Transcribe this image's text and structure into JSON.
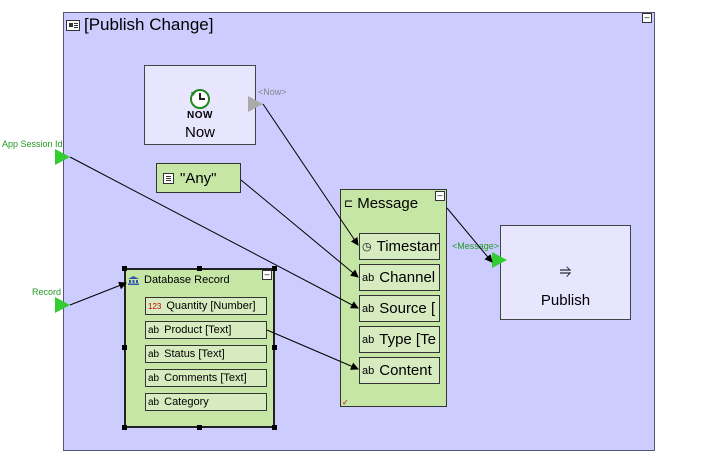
{
  "canvas": {
    "title": "[Publish Change]",
    "minimize_label": "–"
  },
  "now_node": {
    "badge": "NOW",
    "label": "Now",
    "output_port_label": "<Now>"
  },
  "literal_node": {
    "value": "\"Any\""
  },
  "inputs": {
    "session": "App Session Id",
    "record": "Record"
  },
  "database_record": {
    "title": "Database Record",
    "minimize_label": "–",
    "fields": [
      {
        "icon": "number-icon",
        "icon_text": "123",
        "label": "Quantity [Number]"
      },
      {
        "icon": "text-icon",
        "icon_text": "ab",
        "label": "Product [Text]"
      },
      {
        "icon": "text-icon",
        "icon_text": "ab",
        "label": "Status [Text]"
      },
      {
        "icon": "text-icon",
        "icon_text": "ab",
        "label": "Comments [Text]"
      },
      {
        "icon": "text-icon",
        "icon_text": "ab",
        "label": "Category"
      }
    ]
  },
  "message": {
    "title": "Message",
    "minimize_label": "–",
    "corner_mark": "✓",
    "fields": [
      {
        "icon": "clock-icon",
        "icon_text": "◷",
        "label": "Timestamp"
      },
      {
        "icon": "text-icon",
        "icon_text": "ab",
        "label": "Channel"
      },
      {
        "icon": "text-icon",
        "icon_text": "ab",
        "label": "Source ["
      },
      {
        "icon": "text-icon",
        "icon_text": "ab",
        "label": "Type [Te"
      },
      {
        "icon": "text-icon",
        "icon_text": "ab",
        "label": "Content"
      }
    ]
  },
  "publish_node": {
    "icon_text": "⥤",
    "label": "Publish",
    "input_port_label": "<Message>"
  },
  "colors": {
    "canvas_bg": "#ccccff",
    "node_green": "#c6e6a6",
    "port_green": "#33cc33"
  }
}
